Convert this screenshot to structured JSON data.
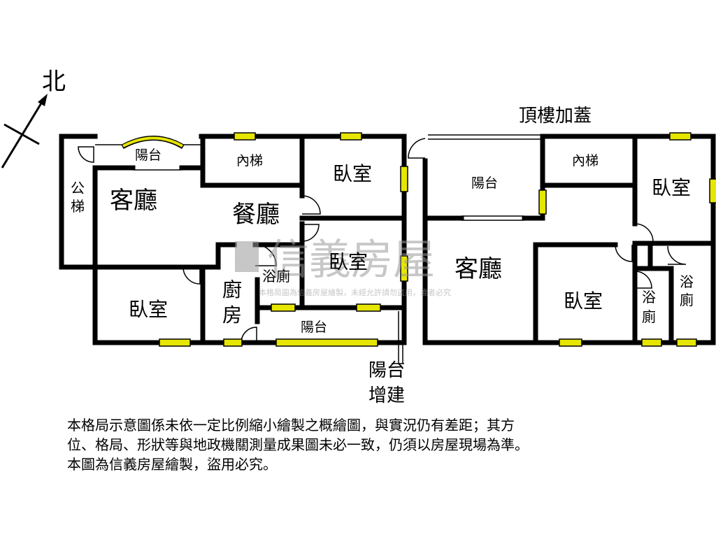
{
  "compass": {
    "label": "北"
  },
  "rooftop_title": "頂樓加蓋",
  "first_floor": {
    "balcony_top": "陽台",
    "public_stairs": "公梯",
    "living_room": "客廳",
    "dining_room": "餐廳",
    "inner_stairs": "內梯",
    "bedroom_ne": "臥室",
    "bedroom_e": "臥室",
    "bedroom_sw": "臥室",
    "bathroom": "浴廁",
    "kitchen": "廚房",
    "balcony_bottom": "陽台",
    "balcony_extension": "陽台增建"
  },
  "rooftop": {
    "balcony": "陽台",
    "inner_stairs": "內梯",
    "bedroom_ne": "臥室",
    "living_room": "客廳",
    "bedroom_s": "臥室",
    "bathroom_1": "浴廁",
    "bathroom_2": "浴廁"
  },
  "watermark": {
    "brand": "信義房屋",
    "caption": "本格局圖為信義房屋繪製，未經允許請勿盜用，違者必究"
  },
  "disclaimer": {
    "line1": "本格局示意圖係未依一定比例縮小繪製之概繪圖，與實況仍有差距；其方",
    "line2": "位、格局、形狀等與地政機關測量成果圖未必一致，仍須以房屋現場為準。",
    "line3": "本圖為信義房屋繪製，盜用必究。"
  },
  "colors": {
    "wall": "#000000",
    "window": "#e6e600",
    "watermark": "#9a9a9a"
  }
}
